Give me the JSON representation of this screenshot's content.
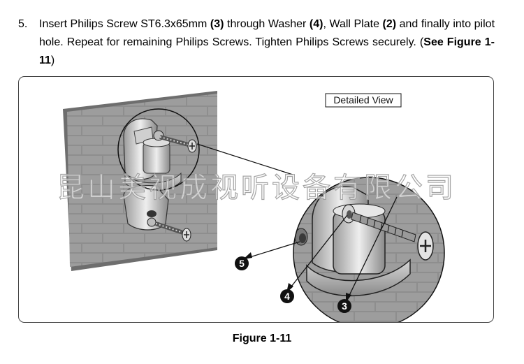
{
  "instruction": {
    "number": "5.",
    "parts": [
      {
        "text": "Insert Philips Screw ST6.3x65mm ",
        "bold": false
      },
      {
        "text": "(3)",
        "bold": true
      },
      {
        "text": " through Washer ",
        "bold": false
      },
      {
        "text": "(4)",
        "bold": true
      },
      {
        "text": ", Wall Plate ",
        "bold": false
      },
      {
        "text": "(2)",
        "bold": true
      },
      {
        "text": " and finally into pilot hole. Repeat for remaining Philips Screws. Tighten Philips Screws securely. (",
        "bold": false
      },
      {
        "text": "See Figure 1-11",
        "bold": true
      },
      {
        "text": ")",
        "bold": false
      }
    ]
  },
  "figure": {
    "detail_label": "Detailed View",
    "watermark": "昆山美视成视听设备有限公司",
    "callouts": [
      "5",
      "4",
      "3"
    ],
    "caption": "Figure 1-11"
  }
}
